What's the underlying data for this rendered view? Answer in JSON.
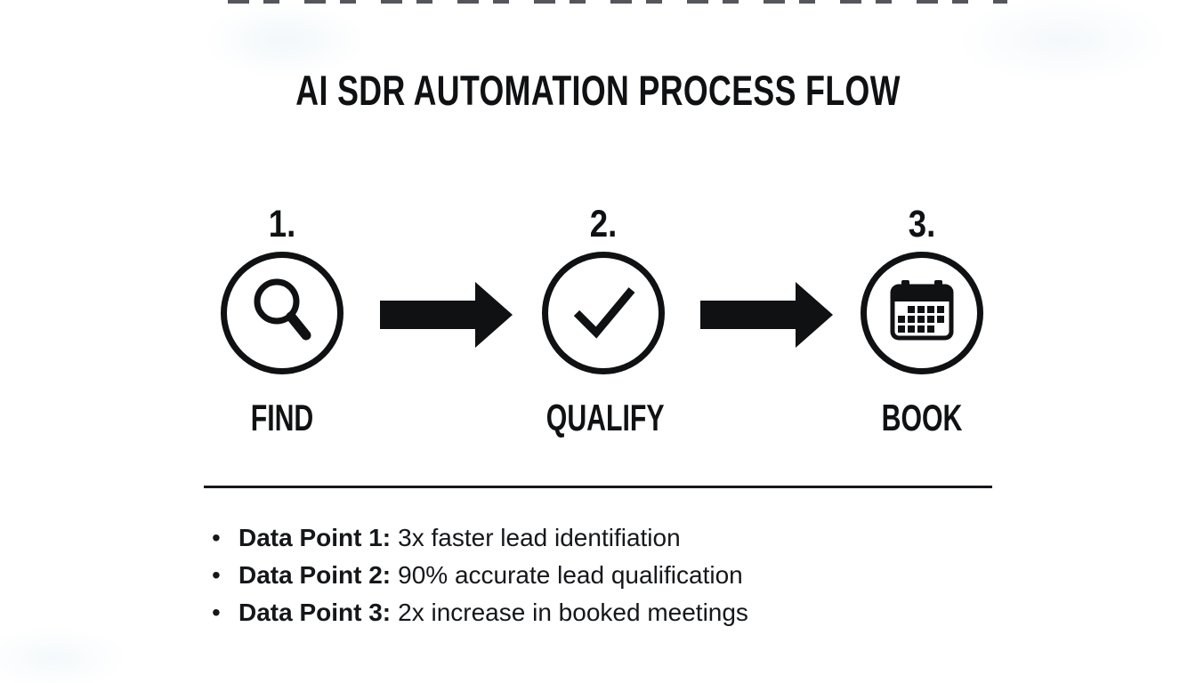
{
  "title": "AI SDR AUTOMATION PROCESS FLOW",
  "bullet_char": "•",
  "steps": [
    {
      "number": "1.",
      "label": "FIND",
      "icon": "search-icon"
    },
    {
      "number": "2.",
      "label": "QUALIFY",
      "icon": "checkmark-icon"
    },
    {
      "number": "3.",
      "label": "BOOK",
      "icon": "calendar-icon"
    }
  ],
  "bullets": [
    {
      "label": "Data Point 1:",
      "text": "3x faster lead identifiation"
    },
    {
      "label": "Data Point 2:",
      "text": "90% accurate lead qualification"
    },
    {
      "label": "Data Point 3:",
      "text": "2x increase in booked meetings"
    }
  ],
  "colors": {
    "ink": "#111111",
    "background": "#ffffff"
  }
}
